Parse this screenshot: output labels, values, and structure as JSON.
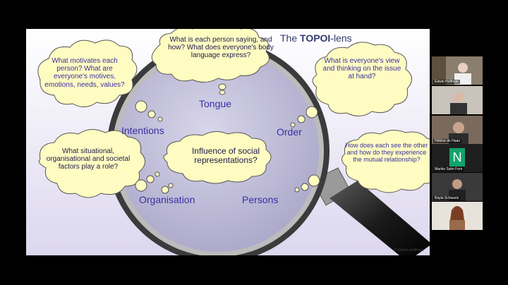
{
  "slide": {
    "title_prefix": "The ",
    "title_bold": "TOPOI",
    "title_suffix": "-lens",
    "copyright": "© Edwin Hoffman",
    "clouds": {
      "motivates": "What motivates each person? What are everyone's motives, emotions, needs, values?",
      "saying": "What is each person saying, and how? What does everyone's body language express?",
      "view": "What is everyone's view and thinking on the issue at hand?",
      "situational": "What situational, organisational and societal factors play a role?",
      "center": "Influence of social representations?",
      "mutual": "How does each see the other and how do they experience the mutual relationship?"
    },
    "labels": {
      "tongue": "Tongue",
      "intentions": "Intentions",
      "order": "Order",
      "organisation": "Organisation",
      "persons": "Persons"
    }
  },
  "participants": [
    {
      "name": "Edwin Hoffman"
    },
    {
      "name": ""
    },
    {
      "name": "Hélène de Haan"
    },
    {
      "name": "Marike Salm Fern"
    },
    {
      "name": "Bayla Schwartz"
    },
    {
      "name": ""
    }
  ],
  "tile_initial": "N",
  "colors": {
    "cloud_fill": "#fffcc2",
    "label": "#3a30a3",
    "avatar_green": "#11a36b"
  }
}
